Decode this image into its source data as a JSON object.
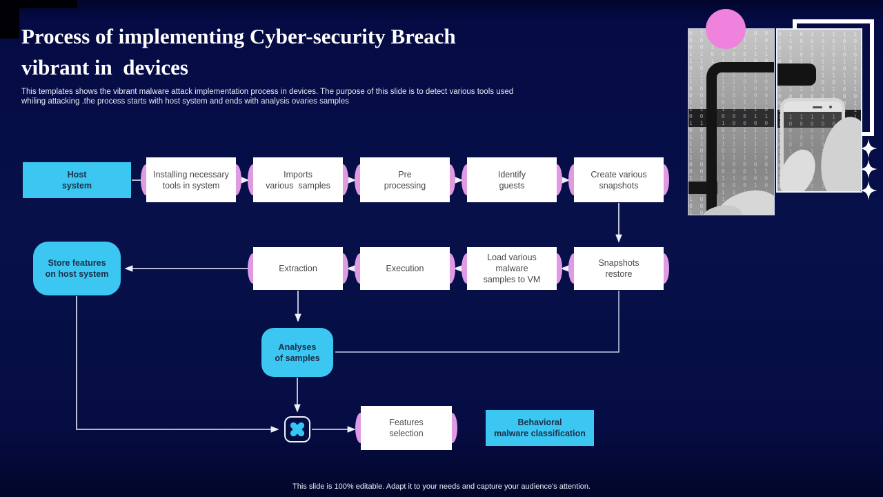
{
  "slide": {
    "title_line1": "Process of implementing Cyber-security Breach",
    "title_line2": "vibrant in  devices",
    "subtitle": "This templates shows the vibrant malware attack implementation process in devices. The purpose of this slide is to detect various tools used\nwhiling attacking .the process starts with host system and ends with analysis ovaries samples",
    "footer": "This slide is 100% editable.  Adapt it to your needs and capture your audience's attention."
  },
  "colors": {
    "background": "#071049",
    "accent_cyan": "#3bc7f1",
    "accent_pink_pill": "#e09ae4",
    "circle_pink": "#ee82dd",
    "connector": "#edeff9",
    "white_box_text": "#46484d",
    "cyan_box_text": "#1d2f49"
  },
  "nodes": {
    "host_system": {
      "label": "Host\nsystem"
    },
    "installing_tools": {
      "label": "Installing necessary\ntools in system"
    },
    "imports_samples": {
      "label": "Imports\nvarious  samples"
    },
    "pre_processing": {
      "label": "Pre\nprocessing"
    },
    "identify_guests": {
      "label": "Identify\nguests"
    },
    "create_snapshots": {
      "label": "Create various\nsnapshots"
    },
    "snapshots_restore": {
      "label": "Snapshots\nrestore"
    },
    "load_malware": {
      "label": "Load various\nmalware\nsamples to VM"
    },
    "execution": {
      "label": "Execution"
    },
    "extraction": {
      "label": "Extraction"
    },
    "store_features": {
      "label": "Store features\non host system"
    },
    "analyses_samples": {
      "label": "Analyses\nof samples"
    },
    "features_selection": {
      "label": "Features\nselection"
    },
    "behavioral_classification": {
      "label": "Behavioral\nmalware classification"
    }
  }
}
